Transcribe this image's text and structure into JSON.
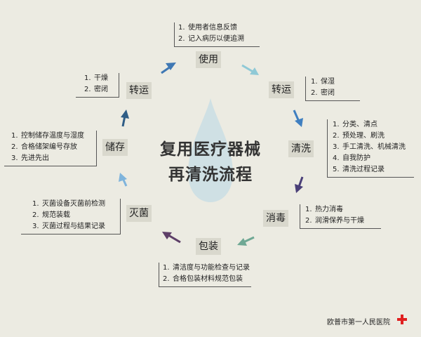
{
  "title_line1": "复用医疗器械",
  "title_line2": "再清洗流程",
  "hospital": {
    "name": "欧普市第一人民医院",
    "icon": "red-cross-icon",
    "color": "#e02020"
  },
  "colors": {
    "drop": "#cfe0e4",
    "node_bg": "#d9d8cd",
    "arrow_use_to_transport": "#8fc9d6",
    "arrow_transport_to_clean": "#3f7fc0",
    "arrow_clean_to_disinfect": "#4a3f78",
    "arrow_disinfect_to_pack": "#6fa894",
    "arrow_pack_to_sterilize": "#5e3f68",
    "arrow_sterilize_to_store": "#7fb4dc",
    "arrow_store_to_transport": "#2f5d86",
    "arrow_transport_to_use": "#3f78b4"
  },
  "steps": {
    "use": {
      "label": "使用",
      "notes": [
        "使用者信息反馈",
        "记入病历以便追溯"
      ]
    },
    "transport_right": {
      "label": "转运",
      "notes": [
        "保湿",
        "密闭"
      ]
    },
    "clean": {
      "label": "清洗",
      "notes": [
        "分类、清点",
        "预处理、刷洗",
        "手工清洗、机械清洗",
        "自我防护",
        "清洗过程记录"
      ]
    },
    "disinfect": {
      "label": "消毒",
      "notes": [
        "热力消毒",
        "润滑保养与干燥"
      ]
    },
    "pack": {
      "label": "包装",
      "notes": [
        "清洁度与功能检查与记录",
        "合格包装材料规范包装"
      ]
    },
    "sterilize": {
      "label": "灭菌",
      "notes": [
        "灭菌设备灭菌前检测",
        "规范装载",
        "灭菌过程与结果记录"
      ]
    },
    "store": {
      "label": "储存",
      "notes": [
        "控制储存温度与湿度",
        "合格储架编号存放",
        "先进先出"
      ]
    },
    "transport_left": {
      "label": "转运",
      "notes": [
        "干燥",
        "密闭"
      ]
    }
  }
}
